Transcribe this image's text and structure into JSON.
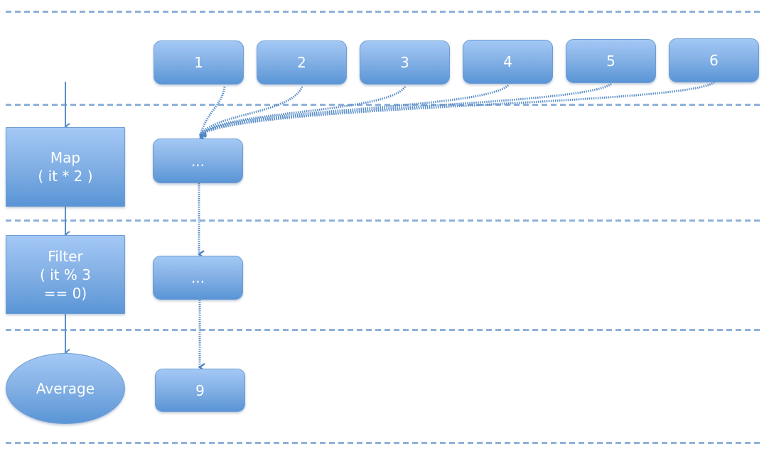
{
  "diagram": {
    "type": "stream-pipeline",
    "colors": {
      "box": "#7fadE3",
      "box_border": "#6f9ed3",
      "line": "#5b8fc9",
      "dash": "#8fb1d9",
      "text": "#ffffff"
    },
    "inputs": [
      "1",
      "2",
      "3",
      "4",
      "5",
      "6"
    ],
    "stages": [
      {
        "label": "Map\n( it * 2 )",
        "result": "..."
      },
      {
        "label": "Filter\n( it % 3\n== 0)",
        "result": "..."
      },
      {
        "label": "Average",
        "result": "9"
      }
    ]
  }
}
